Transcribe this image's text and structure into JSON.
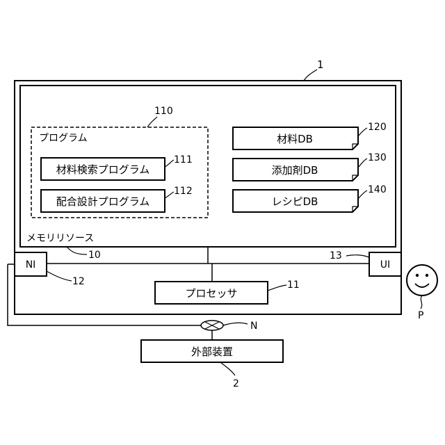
{
  "diagram": {
    "system_ref": "1",
    "memory": {
      "label": "メモリリソース",
      "ref": "10"
    },
    "program_group": {
      "label": "プログラム",
      "ref": "110"
    },
    "programs": [
      {
        "label": "材料検索プログラム",
        "ref": "111"
      },
      {
        "label": "配合設計プログラム",
        "ref": "112"
      }
    ],
    "databases": [
      {
        "label": "材料DB",
        "ref": "120"
      },
      {
        "label": "添加剤DB",
        "ref": "130"
      },
      {
        "label": "レシピDB",
        "ref": "140"
      }
    ],
    "processor": {
      "label": "プロセッサ",
      "ref": "11"
    },
    "ni": {
      "label": "NI",
      "ref": "12"
    },
    "ui": {
      "label": "UI",
      "ref": "13"
    },
    "network": {
      "ref": "N"
    },
    "external": {
      "label": "外部装置",
      "ref": "2"
    },
    "user": {
      "ref": "P"
    }
  }
}
